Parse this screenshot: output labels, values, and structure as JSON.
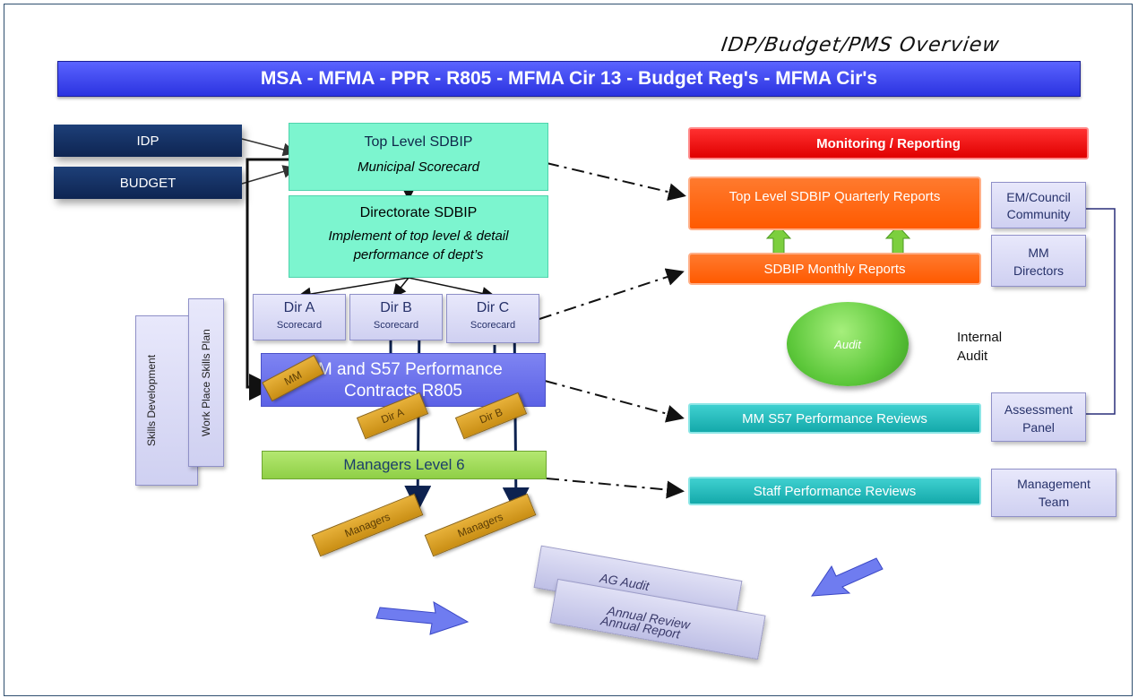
{
  "title": "IDP/Budget/PMS Overview",
  "banner": "MSA -  MFMA -  PPR -  R805 -  MFMA Cir 13 -  Budget Reg's -  MFMA Cir's",
  "inputs": {
    "idp": "IDP",
    "budget": "BUDGET"
  },
  "top_sdbip": {
    "title": "Top Level SDBIP",
    "subtitle": "Municipal Scorecard"
  },
  "directorate": {
    "title": "Directorate SDBIP",
    "subtitle": "Implement of top level & detail performance of dept’s"
  },
  "dirs": [
    {
      "name": "Dir A",
      "sub": "Scorecard"
    },
    {
      "name": "Dir B",
      "sub": "Scorecard"
    },
    {
      "name": "Dir C",
      "sub": "Scorecard"
    }
  ],
  "contracts": {
    "line1": "MM and S57 Performance",
    "line2": "Contracts R805"
  },
  "managers_level": "Managers Level 6",
  "tags": {
    "mm": "MM",
    "dir_a": "Dir A",
    "dir_b": "Dir B",
    "managers": "Managers"
  },
  "skills": {
    "development": "Skills Development",
    "workplace": "Work Place Skills Plan"
  },
  "monitoring": {
    "header": "Monitoring / Reporting",
    "quarterly": "Top Level SDBIP Quarterly Reports",
    "monthly": "SDBIP Monthly  Reports",
    "mm_reviews": "MM S57 Performance Reviews",
    "staff_reviews": "Staff Performance Reviews"
  },
  "side_labels": {
    "em_council": "EM/Council Community",
    "mm_directors": "MM Directors",
    "assessment": "Assessment Panel",
    "management": "Management Team"
  },
  "audit": {
    "button": "Audit",
    "label": "Internal Audit"
  },
  "cards": {
    "ag_audit": "AG Audit",
    "annual_review": "Annual Review",
    "annual_report": "Annual Report"
  },
  "colors": {
    "banner": "#2b33e0",
    "aqua": "#7cf5cf",
    "red": "#e00000",
    "orange": "#ff5a00",
    "teal": "#14a9aa",
    "green": "#8fcf46",
    "gold": "#c98e14",
    "navy": "#0e2552"
  }
}
